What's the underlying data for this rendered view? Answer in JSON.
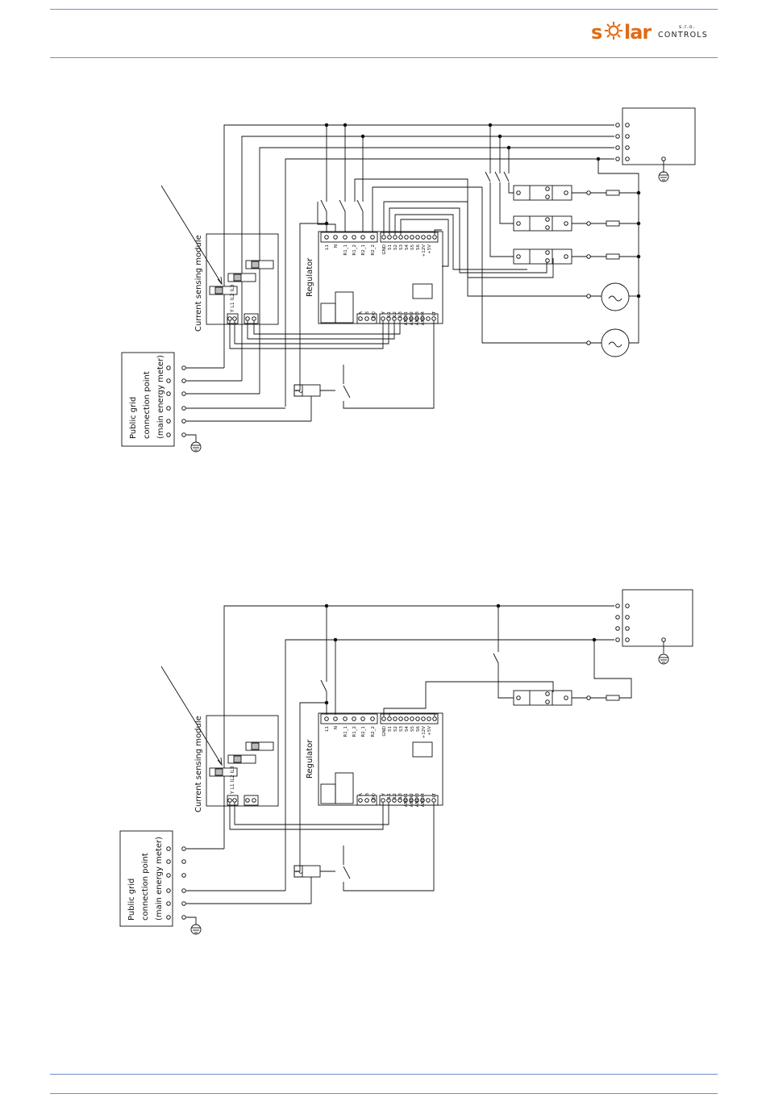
{
  "header": {
    "brand_letter_s": "s",
    "brand_word": "lar",
    "brand_sub": "CONTROLS",
    "brand_sro": "s.r.o."
  },
  "diagram1": {
    "module_label": "Current sensing module",
    "module_terminals": "Y L1    IL2 IL3",
    "regulator_label": "Regulator",
    "regulator_top_terminals": [
      "L1",
      "N",
      "R1_1",
      "R1_2",
      "R2_1",
      "R2_2",
      "GND",
      "S1",
      "S2",
      "S3",
      "S4",
      "S5",
      "S6",
      "+12V",
      "+5V"
    ],
    "regulator_bottom_terminals": [
      "A",
      "B",
      "DQ",
      "Y",
      "IL1",
      "IL2",
      "IL3",
      "ANDI1",
      "ANDI2",
      "ANDI3",
      "ANDI4",
      "LT"
    ],
    "grid_label": [
      "Public grid",
      "connection point",
      "(main energy meter)"
    ]
  },
  "diagram2": {
    "module_label": "Current sensing module",
    "module_terminals": "Y L1    IL2 IL3",
    "regulator_label": "Regulator",
    "regulator_top_terminals": [
      "L1",
      "N",
      "R1_1",
      "R1_2",
      "R2_1",
      "R2_2",
      "GND",
      "S1",
      "S2",
      "S3",
      "S4",
      "S5",
      "S6",
      "+12V",
      "+5V"
    ],
    "regulator_bottom_terminals": [
      "A",
      "B",
      "DQ",
      "Y",
      "IL1",
      "IL2",
      "IL3",
      "ANDI1",
      "ANDI2",
      "ANDI3",
      "ANDI4",
      "LT"
    ],
    "grid_label": [
      "Public grid",
      "connection point",
      "(main energy meter)"
    ]
  },
  "colors": {
    "rule": "#6f8fc8",
    "brand": "#e06a16",
    "line": "#111111"
  }
}
